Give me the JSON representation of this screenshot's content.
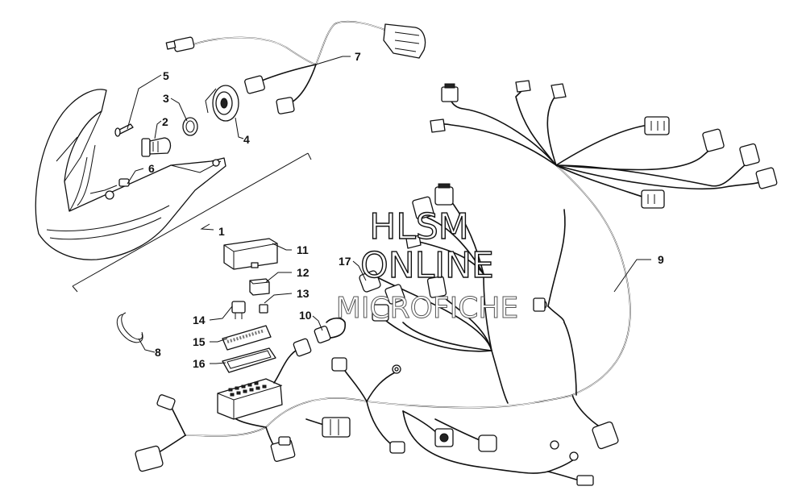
{
  "watermark": {
    "line1": "HLSM",
    "line2": "ONLINE",
    "line3": "MICROFICHE"
  },
  "callouts": [
    "1",
    "2",
    "3",
    "4",
    "5",
    "6",
    "7",
    "8",
    "9",
    "10",
    "11",
    "12",
    "13",
    "14",
    "15",
    "16",
    "17"
  ]
}
